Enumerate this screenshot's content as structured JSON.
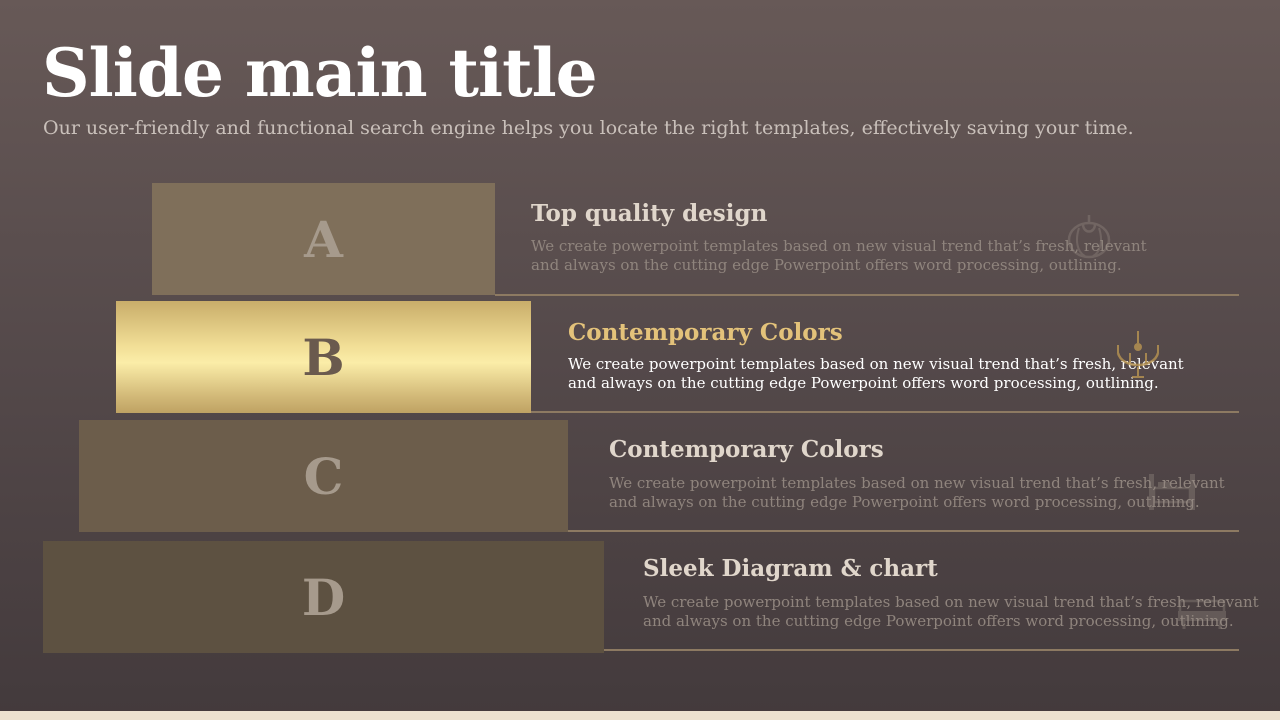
{
  "slide": {
    "title": "Slide main title",
    "subtitle": "Our user-friendly and functional search engine helps you locate the right templates, effectively saving your time."
  },
  "rows": [
    {
      "letter": "A",
      "heading": "Top quality design",
      "description": "We create powerpoint templates based on new visual trend that’s fresh, relevant and always on the cutting edge Powerpoint offers word processing, outlining.",
      "icon": "pumpkin-icon",
      "highlighted": false
    },
    {
      "letter": "B",
      "heading": "Contemporary Colors",
      "description": "We create powerpoint templates based on new visual trend that’s fresh, relevant and always on the cutting edge Powerpoint offers word processing, outlining.",
      "icon": "chandelier-icon",
      "highlighted": true
    },
    {
      "letter": "C",
      "heading": "Contemporary Colors",
      "description": "We create powerpoint templates based on new visual trend that’s fresh, relevant and always on the cutting edge Powerpoint offers word processing, outlining.",
      "icon": "bed-icon",
      "highlighted": false
    },
    {
      "letter": "D",
      "heading": "Sleek Diagram & chart",
      "description": "We create powerpoint templates based on new visual trend that’s fresh, relevant and always on the cutting edge Powerpoint offers word processing, outlining.",
      "icon": "sofa-icon",
      "highlighted": false
    }
  ],
  "colors": {
    "block_a": "#7f6f5a",
    "block_b_gold": "#f1de96",
    "block_c": "#6c5d4b",
    "block_d": "#5d5141",
    "accent_gold": "#e3c27a",
    "divider": "#8d7a62"
  }
}
